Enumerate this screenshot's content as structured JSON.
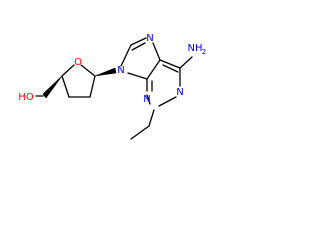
{
  "molecule": {
    "atoms": {
      "ring_oxygen": "O",
      "hydroxyl": "HO",
      "n9": "N",
      "n7": "N",
      "n1": "N",
      "n3": "N",
      "amine": "NH",
      "amine_subscript": "2"
    },
    "colors": {
      "bond": "#000000",
      "oxygen": "#ff0000",
      "nitrogen": "#0000ff"
    }
  }
}
